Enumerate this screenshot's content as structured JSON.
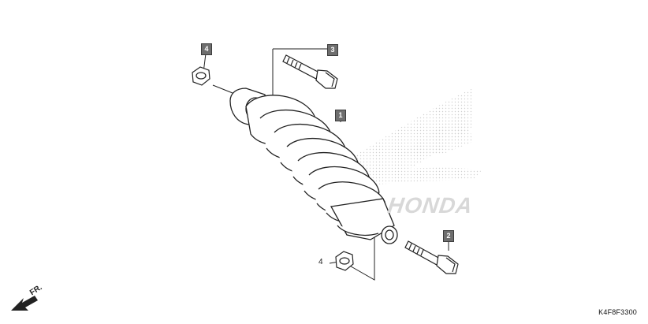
{
  "callouts": {
    "shock_absorber": "1",
    "bolt_lower": "2",
    "bolt_upper": "3",
    "nut_upper": "4",
    "nut_lower": "4"
  },
  "direction_label": "FR.",
  "diagram_code": "K4F8F3300",
  "watermark": "HONDA",
  "colors": {
    "line": "#222222",
    "callout_fill": "#6e6e6e",
    "watermark": "#d8d8d8"
  },
  "icons": {
    "direction": "front-arrow-icon",
    "watermark": "honda-wing-logo"
  }
}
